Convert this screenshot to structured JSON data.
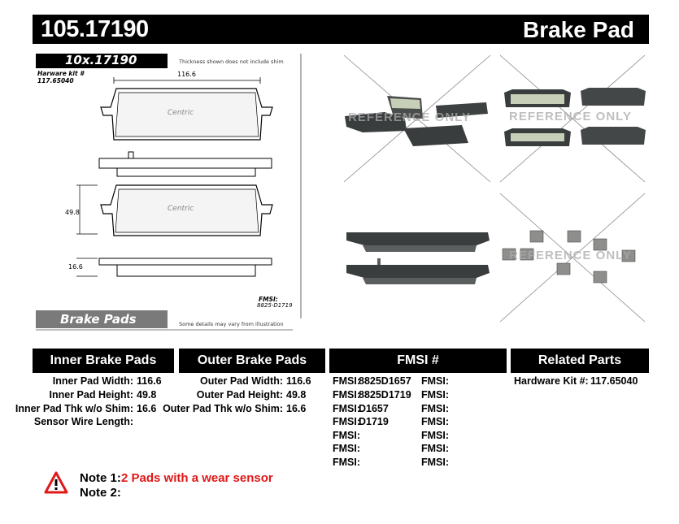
{
  "header": {
    "part_number": "105.17190",
    "product_type": "Brake Pad"
  },
  "drawing": {
    "ref_part": "10x.17190",
    "thickness_note": "Thickness shown does not include shim",
    "hardware_kit_label": "Harware kit #",
    "hardware_kit_number": "117.65040",
    "width_dim": "116.6",
    "height_dim": "49.8",
    "thickness_dim": "16.6",
    "fmsi_label": "FMSI:",
    "fmsi_value": "8825-D1719",
    "brand": "Brake Pads",
    "disclaimer": "Some details may vary from illustration",
    "pad_logo": "Centric"
  },
  "photos": {
    "watermark": "REFERENCE ONLY"
  },
  "specs": {
    "inner_title": "Inner Brake Pads Specs",
    "outer_title": "Outer Brake Pads Specs",
    "fmsi_title": "FMSI #",
    "related_title": "Related Parts",
    "inner": [
      {
        "label": "Inner Pad Width:",
        "value": "116.6"
      },
      {
        "label": "Inner Pad Height:",
        "value": "49.8"
      },
      {
        "label": "Inner Pad Thk w/o Shim:",
        "value": "16.6"
      },
      {
        "label": "Sensor Wire Length:",
        "value": ""
      }
    ],
    "outer": [
      {
        "label": "Outer Pad Width:",
        "value": "116.6"
      },
      {
        "label": "Outer Pad Height:",
        "value": "49.8"
      },
      {
        "label": "Outer Pad Thk w/o Shim:",
        "value": "16.6"
      }
    ],
    "fmsi_col1": [
      {
        "label": "FMSI:",
        "value": "8825D1657"
      },
      {
        "label": "FMSI:",
        "value": "8825D1719"
      },
      {
        "label": "FMSI:",
        "value": "D1657"
      },
      {
        "label": "FMSI:",
        "value": "D1719"
      },
      {
        "label": "FMSI:",
        "value": ""
      },
      {
        "label": "FMSI:",
        "value": ""
      },
      {
        "label": "FMSI:",
        "value": ""
      }
    ],
    "fmsi_col2": [
      {
        "label": "FMSI:",
        "value": ""
      },
      {
        "label": "FMSI:",
        "value": ""
      },
      {
        "label": "FMSI:",
        "value": ""
      },
      {
        "label": "FMSI:",
        "value": ""
      },
      {
        "label": "FMSI:",
        "value": ""
      },
      {
        "label": "FMSI:",
        "value": ""
      },
      {
        "label": "FMSI:",
        "value": ""
      }
    ],
    "related": {
      "label": "Hardware Kit #:",
      "value": "117.65040"
    }
  },
  "notes": {
    "note1_label": "Note 1:",
    "note1_text": "2 Pads with a wear sensor",
    "note2_label": "Note 2:",
    "note2_text": ""
  },
  "colors": {
    "accent_red": "#e01818",
    "header_bg": "#000000",
    "pad_dark": "#3a3d3e"
  },
  "icons": {
    "warning": "warning-triangle-icon"
  }
}
